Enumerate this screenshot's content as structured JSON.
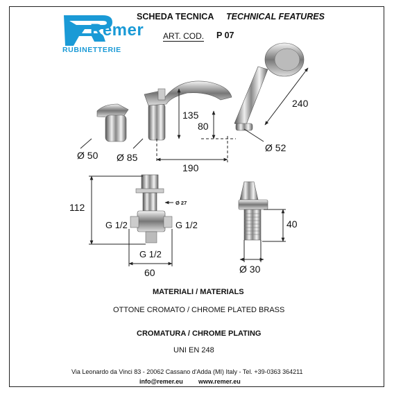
{
  "header": {
    "title_it": "SCHEDA TECNICA",
    "title_en": "TECHNICAL FEATURES",
    "art_cod_label": "ART. COD.",
    "art_cod_value": "P 07"
  },
  "logo": {
    "brand": "Remer",
    "subtitle": "RUBINETTERIE",
    "color": "#1a9ad6"
  },
  "dimensions": {
    "height_spout": "135",
    "height_inner": "80",
    "hand_shower_length": "240",
    "spout_width": "190",
    "diameter_lever": "Ø 50",
    "diameter_spout": "Ø 85",
    "diameter_hose": "Ø 52",
    "valve_height": "112",
    "valve_inlet_left": "G 1/2",
    "valve_inlet_right": "G 1/2",
    "valve_outlet": "G 1/2",
    "valve_width": "60",
    "valve_diameter": "Ø 27",
    "fitting_height": "40",
    "fitting_diameter": "Ø 30"
  },
  "materials": {
    "heading": "MATERIALI / MATERIALS",
    "value": "OTTONE CROMATO / CHROME PLATED BRASS"
  },
  "plating": {
    "heading": "CROMATURA / CHROME PLATING",
    "value": "UNI EN 248"
  },
  "footer": {
    "address": "Via Leonardo da Vinci 83 - 20062 Cassano d'Adda (MI) Italy - Tel. +39-0363 364211",
    "email": "info@remer.eu",
    "web": "www.remer.eu"
  }
}
